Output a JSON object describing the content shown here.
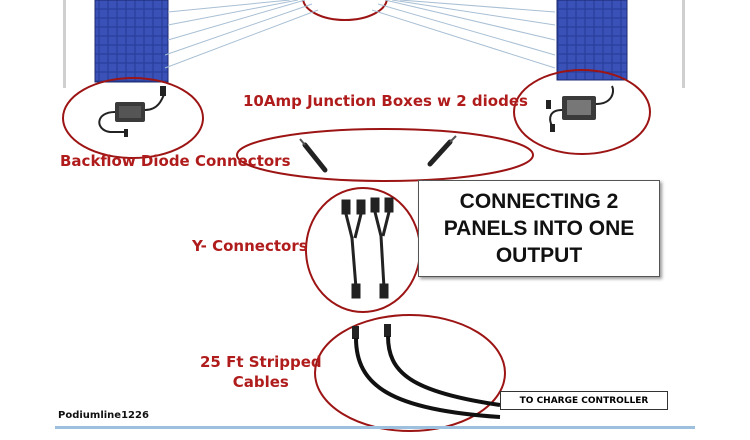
{
  "labels": {
    "junction_boxes": "10Amp Junction Boxes w 2 diodes",
    "backflow": "Backflow Diode Connectors",
    "y_connectors": "Y- Connectors",
    "cables_line1": "25 Ft Stripped",
    "cables_line2": "Cables"
  },
  "title_box": {
    "line1": "CONNECTING 2",
    "line2": "PANELS INTO ONE",
    "line3": "OUTPUT"
  },
  "charge_controller_label": "TO CHARGE CONTROLLER",
  "credit": "Podiumline1226",
  "colors": {
    "label_red": "#b01c1c",
    "ellipse_red": "#9c1414",
    "panel_blue": "#2a3e9a",
    "wire_gray": "#a8bfd4",
    "footer_line": "#9ec0df"
  }
}
